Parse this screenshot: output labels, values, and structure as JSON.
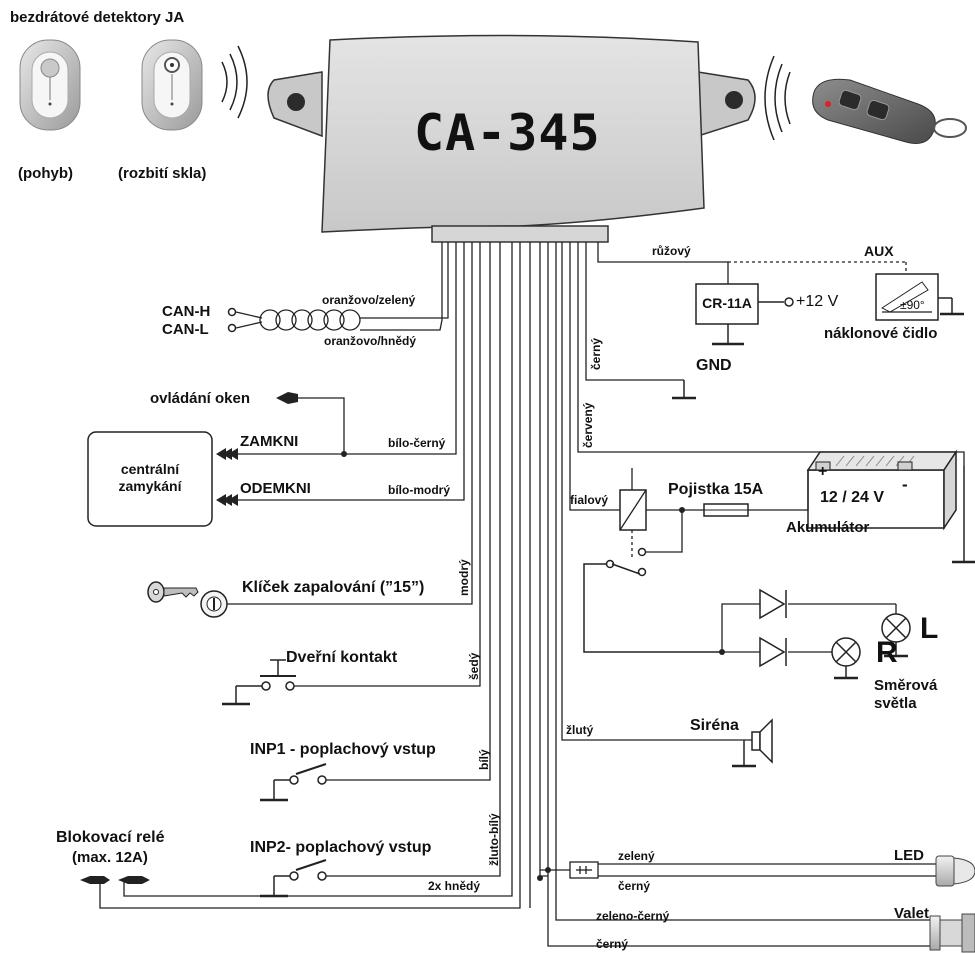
{
  "header": {
    "wireless_title": "bezdrátové detektory JA",
    "motion_label": "(pohyb)",
    "glass_label": "(rozbití skla)"
  },
  "unit": {
    "model": "CA-345"
  },
  "can": {
    "can_h": "CAN-H",
    "can_l": "CAN-L",
    "wire_h": "oranžovo/zelený",
    "wire_l": "oranžovo/hnědý"
  },
  "windows": {
    "label": "ovládání oken"
  },
  "central_locking": {
    "title_line1": "centrální",
    "title_line2": "zamykání",
    "lock": "ZAMKNI",
    "unlock": "ODEMKNI",
    "lock_wire": "bílo-černý",
    "unlock_wire": "bílo-modrý"
  },
  "ignition": {
    "label": "Klíček zapalování (”15”)",
    "wire": "modrý"
  },
  "door": {
    "label": "Dveřní kontakt",
    "wire": "šedý"
  },
  "inp1": {
    "label": "INP1 - poplachový vstup",
    "wire": "bílý"
  },
  "inp2": {
    "label": "INP2- poplachový vstup",
    "wire": "žluto-bílý"
  },
  "block_relay": {
    "label": "Blokovací relé",
    "max": "(max. 12A)",
    "wire": "2x hnědý"
  },
  "aux": {
    "pink_wire": "růžový",
    "aux_label": "AUX",
    "cr_module": "CR-11A",
    "supply": "+12 V",
    "tilt_angle": "±90°",
    "tilt_label": "náklonové čidlo"
  },
  "ground": {
    "wire": "černý",
    "label": "GND"
  },
  "battery": {
    "wire": "červený",
    "plus": "+",
    "minus": "-",
    "voltage": "12 / 24 V",
    "label": "Akumulátor"
  },
  "fuse": {
    "label": "Pojistka 15A",
    "relay_wire": "fialový"
  },
  "indicators": {
    "left": "L",
    "right": "R",
    "label_line1": "Směrová",
    "label_line2": "světla"
  },
  "siren": {
    "wire": "žlutý",
    "label": "Siréna"
  },
  "led": {
    "wire_green": "zelený",
    "wire_black": "černý",
    "label": "LED"
  },
  "valet": {
    "wire_green_black": "zeleno-černý",
    "wire_black": "černý",
    "label": "Valet"
  }
}
